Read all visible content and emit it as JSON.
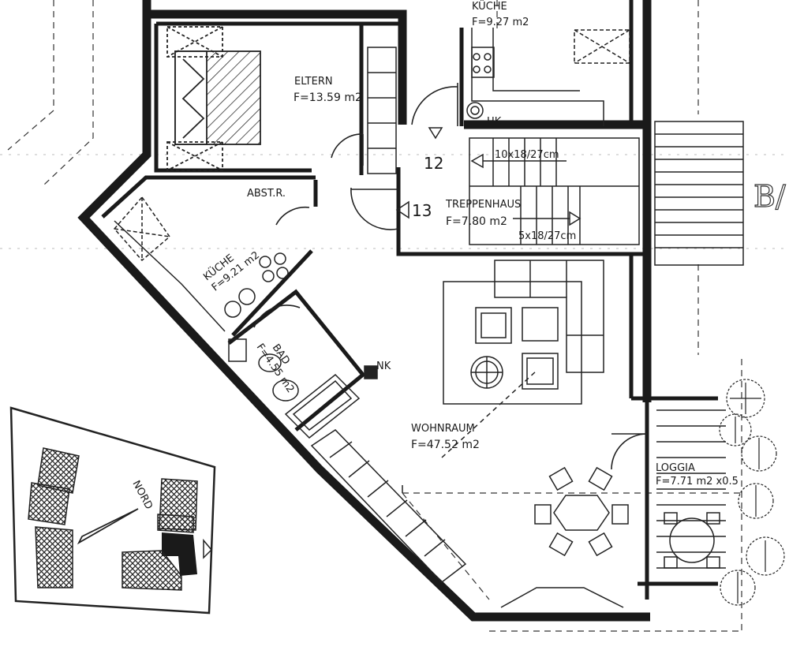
{
  "rooms": {
    "eltern": {
      "name": "ELTERN",
      "area": "F=13.59 m2"
    },
    "kueche_top": {
      "name": "KÜCHE",
      "area": "F=9.27 m2"
    },
    "kueche": {
      "name": "KÜCHE",
      "area": "F=9.21 m2"
    },
    "bad": {
      "name": "BAD",
      "area": "F=4.55 m2"
    },
    "treppenhaus": {
      "name": "TREPPENHAUS",
      "area": "F=7.80 m2"
    },
    "wohnraum": {
      "name": "WOHNRAUM",
      "area": "F=47.52 m2"
    },
    "loggia": {
      "name": "LOGGIA",
      "area": "F=7.71 m2 x0.5"
    }
  },
  "labels": {
    "abstr": "ABST.R.",
    "hk": "HK",
    "nk": "NK",
    "step_12": "12",
    "step_13": "13",
    "stairs_upper": "10x18/27cm",
    "stairs_lower": "5x18/27cm",
    "nord": "NORD",
    "block_letter": "B/"
  },
  "colors": {
    "wall": "#1a1a1a",
    "line": "#222222",
    "paper": "#ffffff"
  }
}
